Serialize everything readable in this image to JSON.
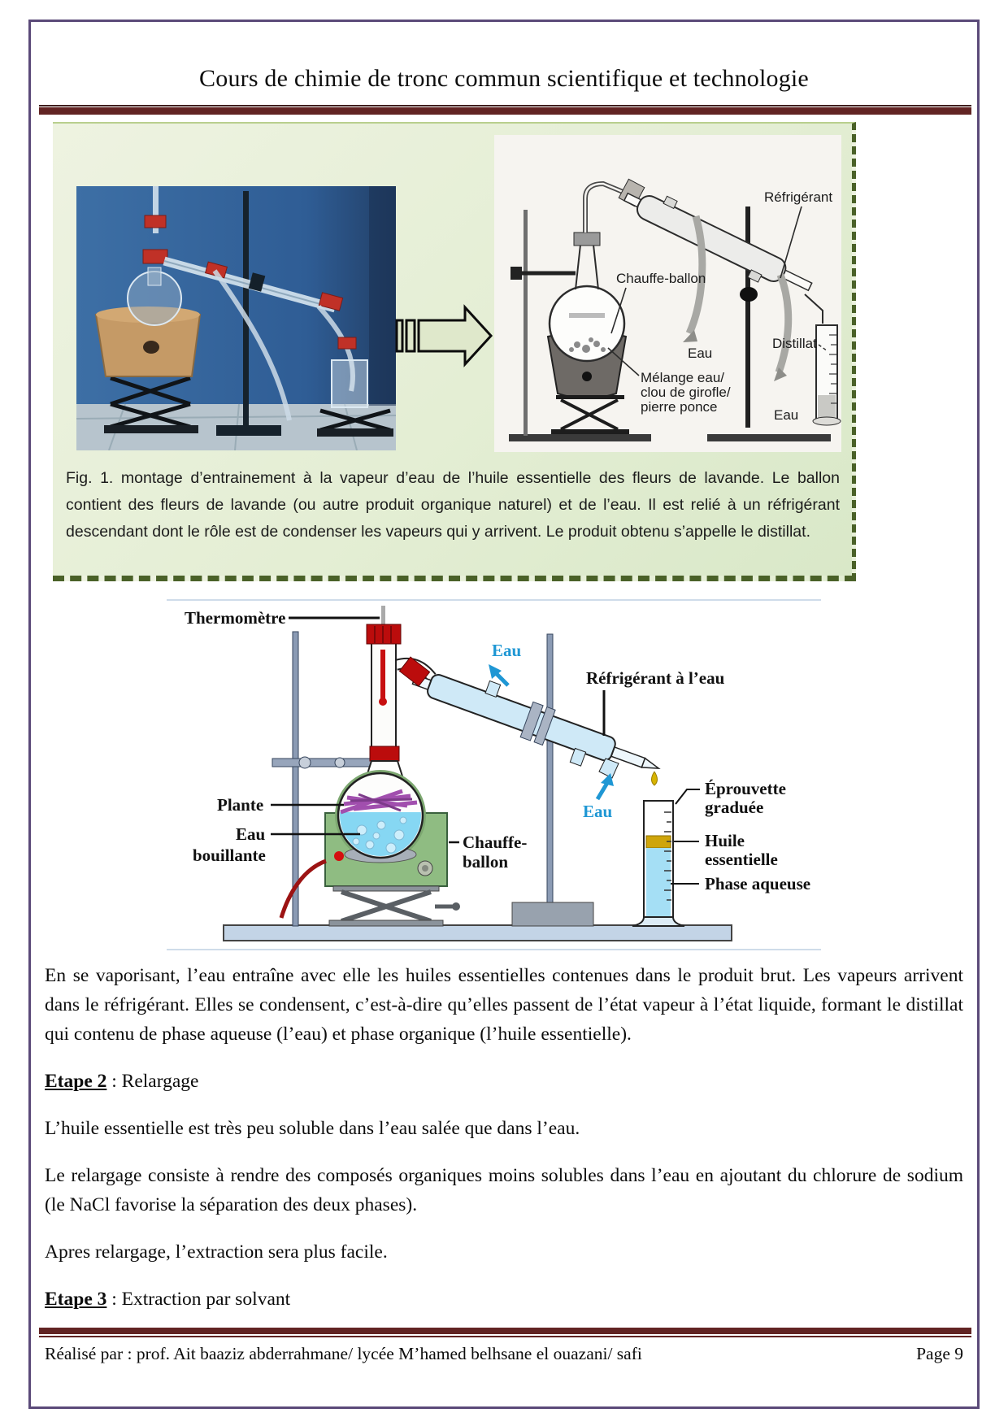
{
  "page": {
    "title": "Cours de chimie de tronc commun scientifique et technologie",
    "footer_left": "Réalisé par : prof. Ait baaziz abderrahmane/ lycée M’hamed belhsane el ouazani/ safi",
    "footer_page": "Page 9",
    "colors": {
      "border": "#5b4a79",
      "rule": "#622423",
      "panel_green": "#e4eed4",
      "dash_green": "#4a6128",
      "blue_label": "#1f97d4"
    }
  },
  "figure1": {
    "caption": "Fig. 1. montage d’entrainement  à la vapeur d’eau de l’huile essentielle des fleurs de lavande. Le ballon contient des fleurs de lavande (ou autre produit organique naturel) et de l’eau. Il est relié à un réfrigérant descendant dont le rôle est de condenser les vapeurs qui y arrivent. Le produit obtenu s’appelle le distillat.",
    "labels": {
      "refrigerant": "Réfrigérant",
      "chauffe_ballon": "Chauffe-ballon",
      "eau_1": "Eau",
      "melange_l1": "Mélange eau/",
      "melange_l2": "clou de girofle/",
      "melange_l3": "pierre ponce",
      "eau_2": "Eau",
      "distillat": "Distillat"
    }
  },
  "figure2": {
    "labels": {
      "thermometre": "Thermomètre",
      "eau_haut": "Eau",
      "refrigerant": "Réfrigérant à l’eau",
      "plante": "Plante",
      "eau_l1": "Eau",
      "eau_l2": "bouillante",
      "chauffe_l1": "Chauffe-",
      "chauffe_l2": "ballon",
      "eau_bas": "Eau",
      "eprouvette_l1": "Éprouvette",
      "eprouvette_l2": "graduée",
      "huile_l1": "Huile",
      "huile_l2": "essentielle",
      "phase": "Phase aqueuse"
    }
  },
  "body": {
    "p1": "En se vaporisant, l’eau entraîne avec elle les huiles essentielles contenues dans le produit brut. Les vapeurs arrivent dans le réfrigérant. Elles se condensent, c’est-à-dire qu’elles passent de l’état vapeur à l’état liquide, formant le distillat qui contenu de phase aqueuse (l’eau) et phase organique (l’huile essentielle).",
    "etape2_title": "Etape 2",
    "etape2_suffix": " : Relargage",
    "p2": "L’huile essentielle est très peu soluble dans l’eau salée que dans l’eau.",
    "p3": "Le relargage consiste à rendre des composés organiques moins solubles dans l’eau en ajoutant du chlorure de sodium (le NaCl favorise la séparation des deux phases).",
    "p4": "Apres relargage, l’extraction sera plus facile.",
    "etape3_title": "Etape 3",
    "etape3_suffix": " : Extraction par solvant"
  }
}
